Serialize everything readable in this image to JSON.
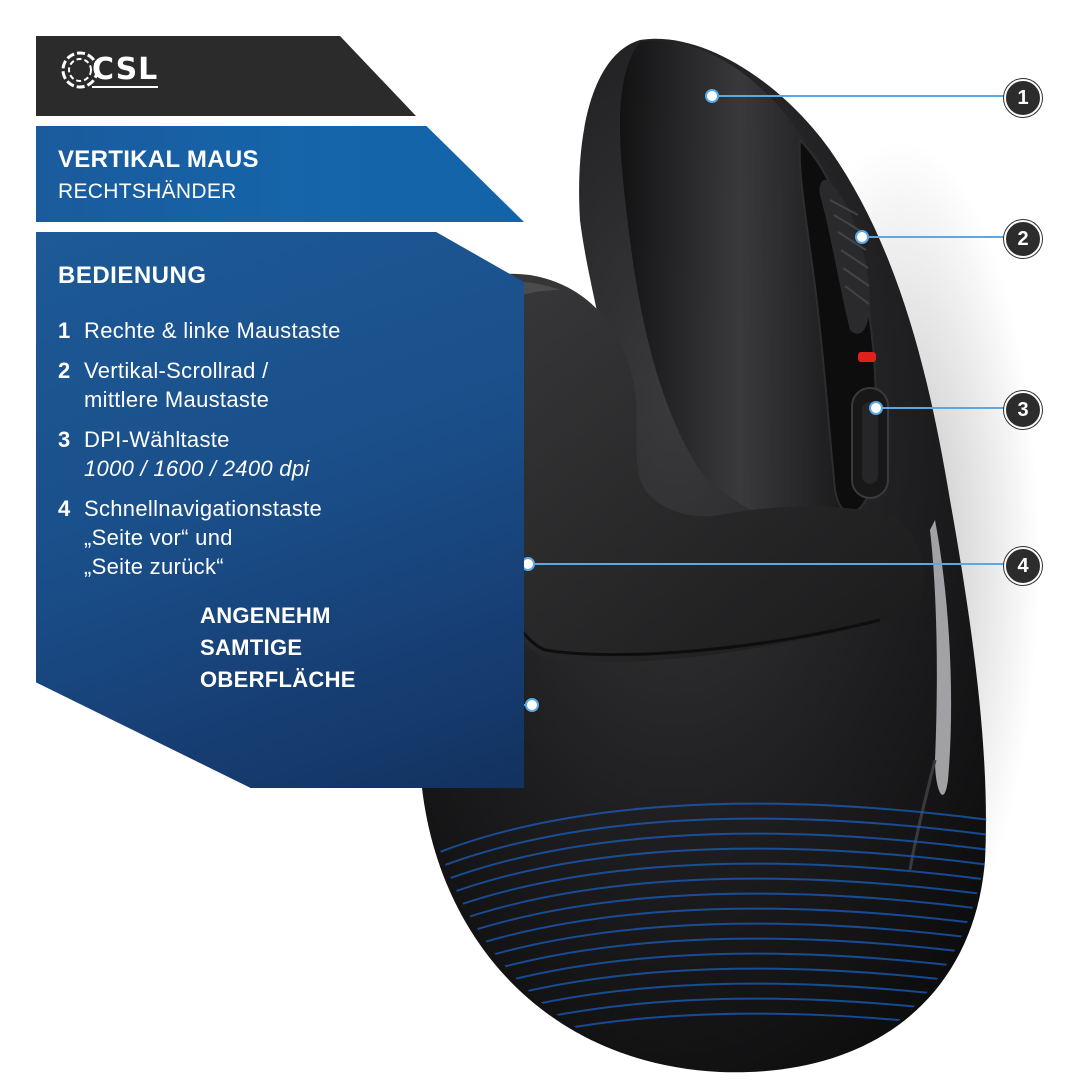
{
  "brand": {
    "logo_text": "CSL",
    "logo_icon": "csl-logo-icon"
  },
  "title": {
    "main": "VERTIKAL MAUS",
    "sub": "RECHTSHÄNDER"
  },
  "controls": {
    "heading": "BEDIENUNG",
    "items": [
      {
        "number": "1",
        "line1": "Rechte & linke Maustaste",
        "line2": ""
      },
      {
        "number": "2",
        "line1": "Vertikal-Scrollrad /",
        "line2": "mittlere Maustaste"
      },
      {
        "number": "3",
        "line1": "DPI-Wähltaste",
        "line2": "1000 / 1600 / 2400 dpi"
      },
      {
        "number": "4",
        "line1": "Schnellnavigationstaste",
        "line2": "„Seite vor“ und",
        "line3": "„Seite zurück“"
      }
    ]
  },
  "surface": {
    "line1": "ANGENEHM",
    "line2": "SAMTIGE",
    "line3": "OBERFLÄCHE"
  },
  "callouts": [
    "1",
    "2",
    "3",
    "4"
  ],
  "colors": {
    "accent_blue": "#1565ab",
    "dark_bar": "#2b2b2b",
    "mouse_body": "#1c1c1e",
    "led_red": "#e0201c",
    "callout_line": "#5aa9e6"
  }
}
